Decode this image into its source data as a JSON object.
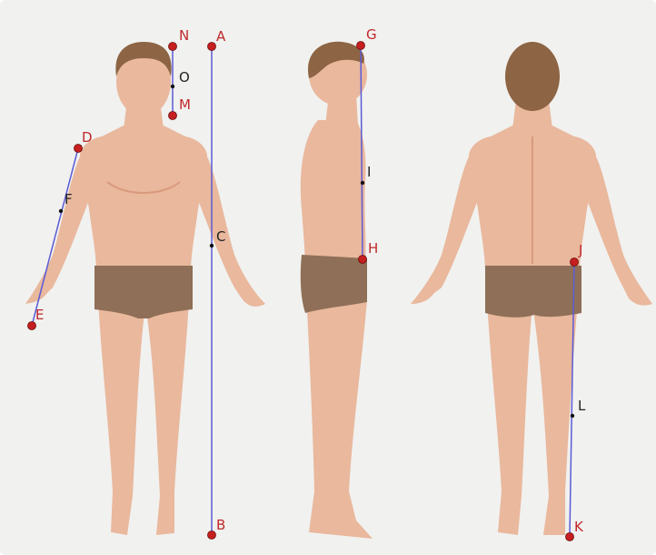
{
  "colors": {
    "background": "#f1f1ef",
    "skin": "#e9b89d",
    "skin_shade": "#d99a7d",
    "skin_light": "#f2ccb5",
    "hair": "#8d6444",
    "underwear": "#8f6f57",
    "segment": "#5b5bd6",
    "endpoint": "#c61f1f",
    "midpoint": "#111111",
    "endpoint_label": "#c0282b",
    "midpoint_label": "#222222"
  },
  "figures": [
    "front-view",
    "side-view",
    "back-view"
  ],
  "points": {
    "A": {
      "label": "A",
      "kind": "endpoint"
    },
    "B": {
      "label": "B",
      "kind": "endpoint"
    },
    "C": {
      "label": "C",
      "kind": "midpoint"
    },
    "D": {
      "label": "D",
      "kind": "endpoint"
    },
    "E": {
      "label": "E",
      "kind": "endpoint"
    },
    "F": {
      "label": "F",
      "kind": "midpoint"
    },
    "G": {
      "label": "G",
      "kind": "endpoint"
    },
    "H": {
      "label": "H",
      "kind": "endpoint"
    },
    "I": {
      "label": "I",
      "kind": "midpoint"
    },
    "J": {
      "label": "J",
      "kind": "endpoint"
    },
    "K": {
      "label": "K",
      "kind": "endpoint"
    },
    "L": {
      "label": "L",
      "kind": "midpoint"
    },
    "M": {
      "label": "M",
      "kind": "endpoint"
    },
    "N": {
      "label": "N",
      "kind": "endpoint"
    },
    "O": {
      "label": "O",
      "kind": "midpoint"
    }
  },
  "segments": [
    {
      "from": "N",
      "to": "M",
      "midpoint": "O"
    },
    {
      "from": "A",
      "to": "B",
      "midpoint": "C"
    },
    {
      "from": "D",
      "to": "E",
      "midpoint": "F"
    },
    {
      "from": "G",
      "to": "H",
      "midpoint": "I"
    },
    {
      "from": "J",
      "to": "K",
      "midpoint": "L"
    }
  ]
}
